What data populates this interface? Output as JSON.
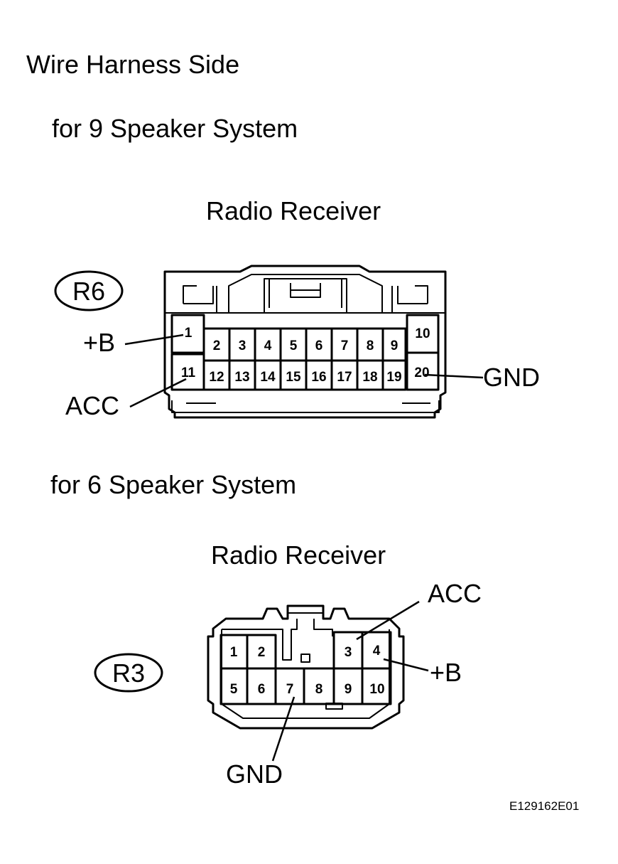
{
  "title": "Wire Harness Side",
  "figure_id": "E129162E01",
  "connectors": [
    {
      "subtitle": "for 9 Speaker System",
      "component": "Radio Receiver",
      "code": "R6",
      "pins_top": [
        "1",
        "2",
        "3",
        "4",
        "5",
        "6",
        "7",
        "8",
        "9",
        "10"
      ],
      "pins_bottom": [
        "11",
        "12",
        "13",
        "14",
        "15",
        "16",
        "17",
        "18",
        "19",
        "20"
      ],
      "callouts": {
        "plus_b": "+B",
        "acc": "ACC",
        "gnd": "GND"
      }
    },
    {
      "subtitle": "for 6 Speaker System",
      "component": "Radio Receiver",
      "code": "R3",
      "pins_top": [
        "1",
        "2",
        "3",
        "4"
      ],
      "pins_bottom": [
        "5",
        "6",
        "7",
        "8",
        "9",
        "10"
      ],
      "callouts": {
        "acc": "ACC",
        "plus_b": "+B",
        "gnd": "GND"
      }
    }
  ]
}
